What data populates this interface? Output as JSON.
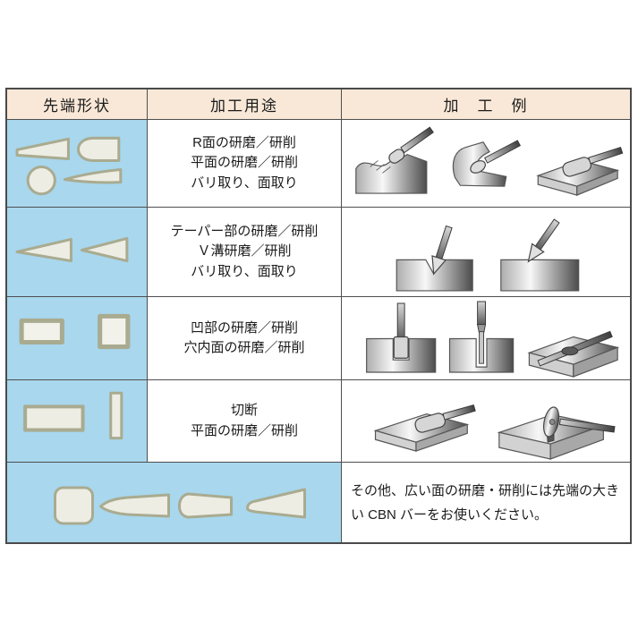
{
  "colors": {
    "header_bg": "#f9e8d7",
    "shape_cell_bg": "#a8d7ee",
    "table_border": "#4a4a4a",
    "tip_shape_fill": "#eeede4",
    "tip_shape_stroke": "#a9ab90",
    "text": "#1b1b1b"
  },
  "header": {
    "shape_col": "先端形状",
    "use_col": "加工用途",
    "example_col": "加　工　例"
  },
  "rows": [
    {
      "shape_names": [
        "tapered-flat-tip",
        "round-nose-tip",
        "ball-tip",
        "pointed-tip"
      ],
      "uses": [
        "R面の研磨／研削",
        "平面の研磨／研削",
        "バリ取り、面取り"
      ],
      "examples": [
        "r-surface-grinding",
        "inner-corner-grinding",
        "flat-surface-grinding"
      ]
    },
    {
      "shape_names": [
        "long-cone-tip",
        "short-cone-tip"
      ],
      "uses": [
        "テーパー部の研磨／研削",
        "Ｖ溝研磨／研削",
        "バリ取り、面取り"
      ],
      "examples": [
        "v-groove-grinding",
        "edge-chamfer-grinding"
      ]
    },
    {
      "shape_names": [
        "rectangular-frame-tip",
        "square-tip"
      ],
      "uses": [
        "凹部の研磨／研削",
        "穴内面の研磨／研削"
      ],
      "examples": [
        "recess-grinding",
        "hole-inner-grinding",
        "through-hole-grinding"
      ]
    },
    {
      "shape_names": [
        "flat-slab-tip",
        "thin-blade-tip"
      ],
      "uses": [
        "切断",
        "平面の研磨／研削"
      ],
      "examples": [
        "flat-plate-grinding",
        "cutoff-disc-cutting"
      ]
    }
  ],
  "footer": {
    "shape_names": [
      "large-barrel-tip",
      "long-taper-tip",
      "round-taper-tip",
      "wide-taper-tip"
    ],
    "note": "その他、広い面の研磨・研削には先端の大きい CBN バーをお使いください。"
  }
}
